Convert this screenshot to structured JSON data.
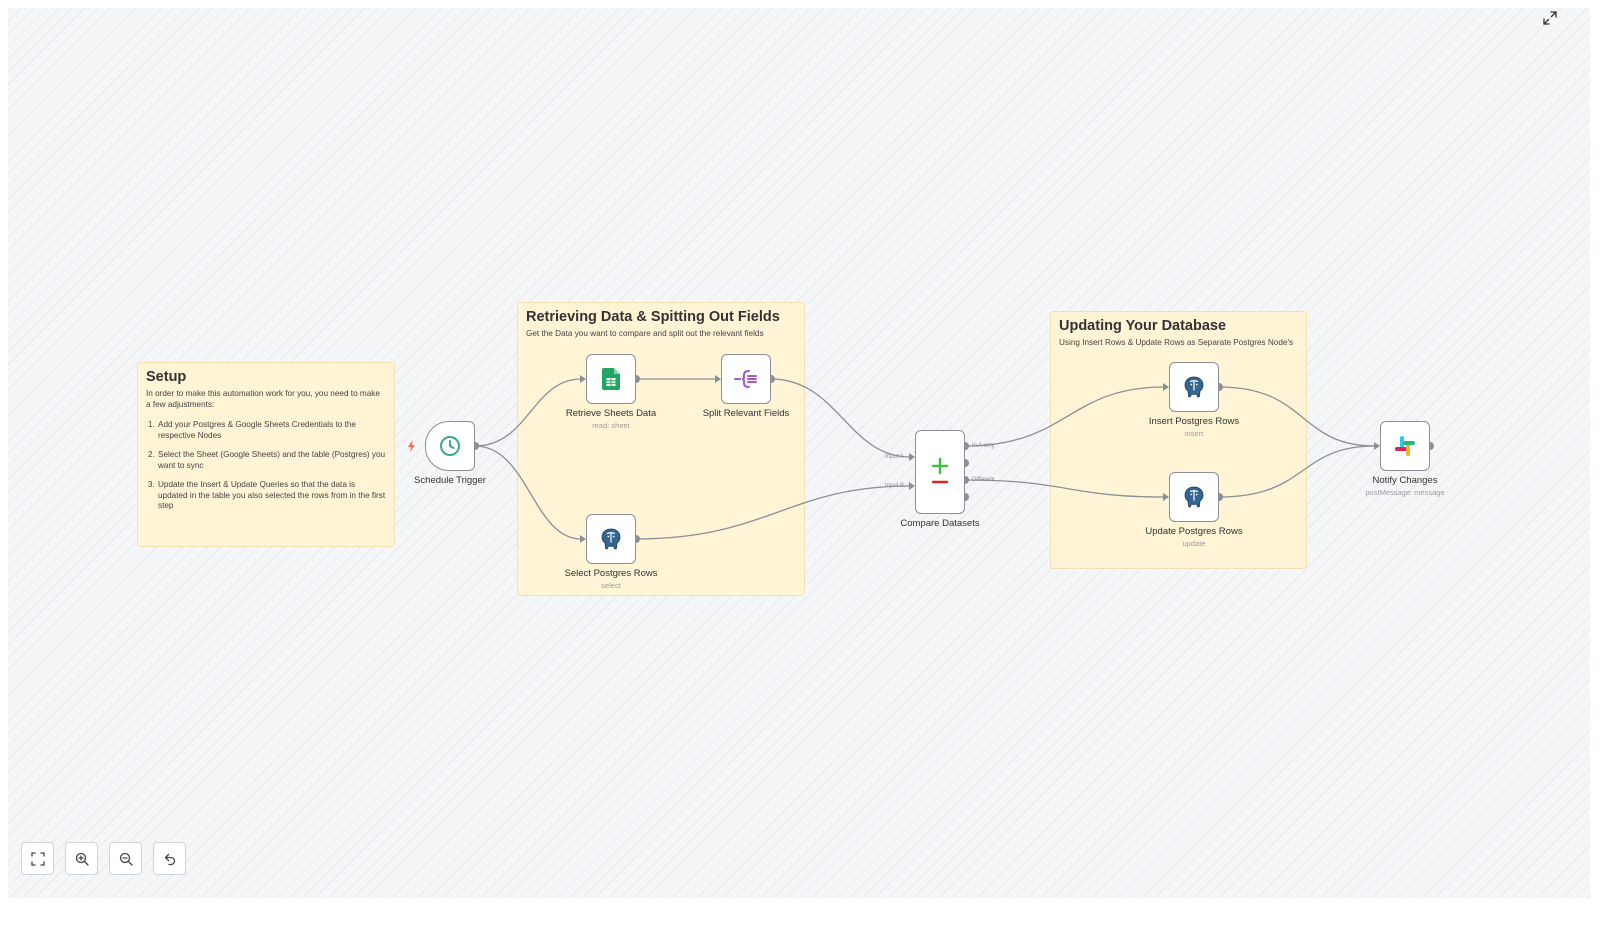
{
  "notes": {
    "setup": {
      "title": "Setup",
      "intro": "In order to make this automation work for you, you need to make a few adjustments:",
      "steps": [
        "Add your Postgres & Google Sheets Credentials to the respective Nodes",
        "Select the Sheet (Google Sheets) and the table (Postgres) you want to sync",
        "Update the Insert & Update Queries so that the data is updated in the table you also selected the rows from in the first step"
      ]
    },
    "retrieving": {
      "title": "Retrieving Data & Spitting Out Fields",
      "subtitle": "Get the Data you want to compare and split out the relevant fields"
    },
    "updating": {
      "title": "Updating Your Database",
      "subtitle": "Using Insert Rows & Update Rows as Separate Postgres Node's"
    }
  },
  "nodes": {
    "schedule_trigger": {
      "name": "Schedule Trigger",
      "subtitle": ""
    },
    "retrieve_sheets": {
      "name": "Retrieve Sheets Data",
      "subtitle": "read: sheet"
    },
    "split_fields": {
      "name": "Split Relevant Fields",
      "subtitle": ""
    },
    "select_postgres": {
      "name": "Select Postgres Rows",
      "subtitle": "select"
    },
    "compare": {
      "name": "Compare Datasets",
      "subtitle": ""
    },
    "insert_postgres": {
      "name": "Insert Postgres Rows",
      "subtitle": "insert"
    },
    "update_postgres": {
      "name": "Update Postgres Rows",
      "subtitle": "update"
    },
    "notify": {
      "name": "Notify Changes",
      "subtitle": "postMessage: message"
    }
  },
  "ports": {
    "input_a": "Input A",
    "input_b": "Input B",
    "in_a_only": "In A only",
    "different": "Different"
  },
  "colors": {
    "note_bg": "#fff4d6",
    "edge": "#8b8f96",
    "sheets_green": "#23a566",
    "split_purple": "#a35bc9",
    "postgres_blue": "#336791",
    "trigger_teal": "#3aa98b",
    "compare_plus": "#3fbf3f",
    "compare_minus": "#e02424",
    "trigger_bolt": "#ff6d5a"
  },
  "controls": [
    "zoom-to-fit-icon",
    "zoom-in-icon",
    "zoom-out-icon",
    "reset-zoom-icon",
    "fullscreen-icon"
  ]
}
